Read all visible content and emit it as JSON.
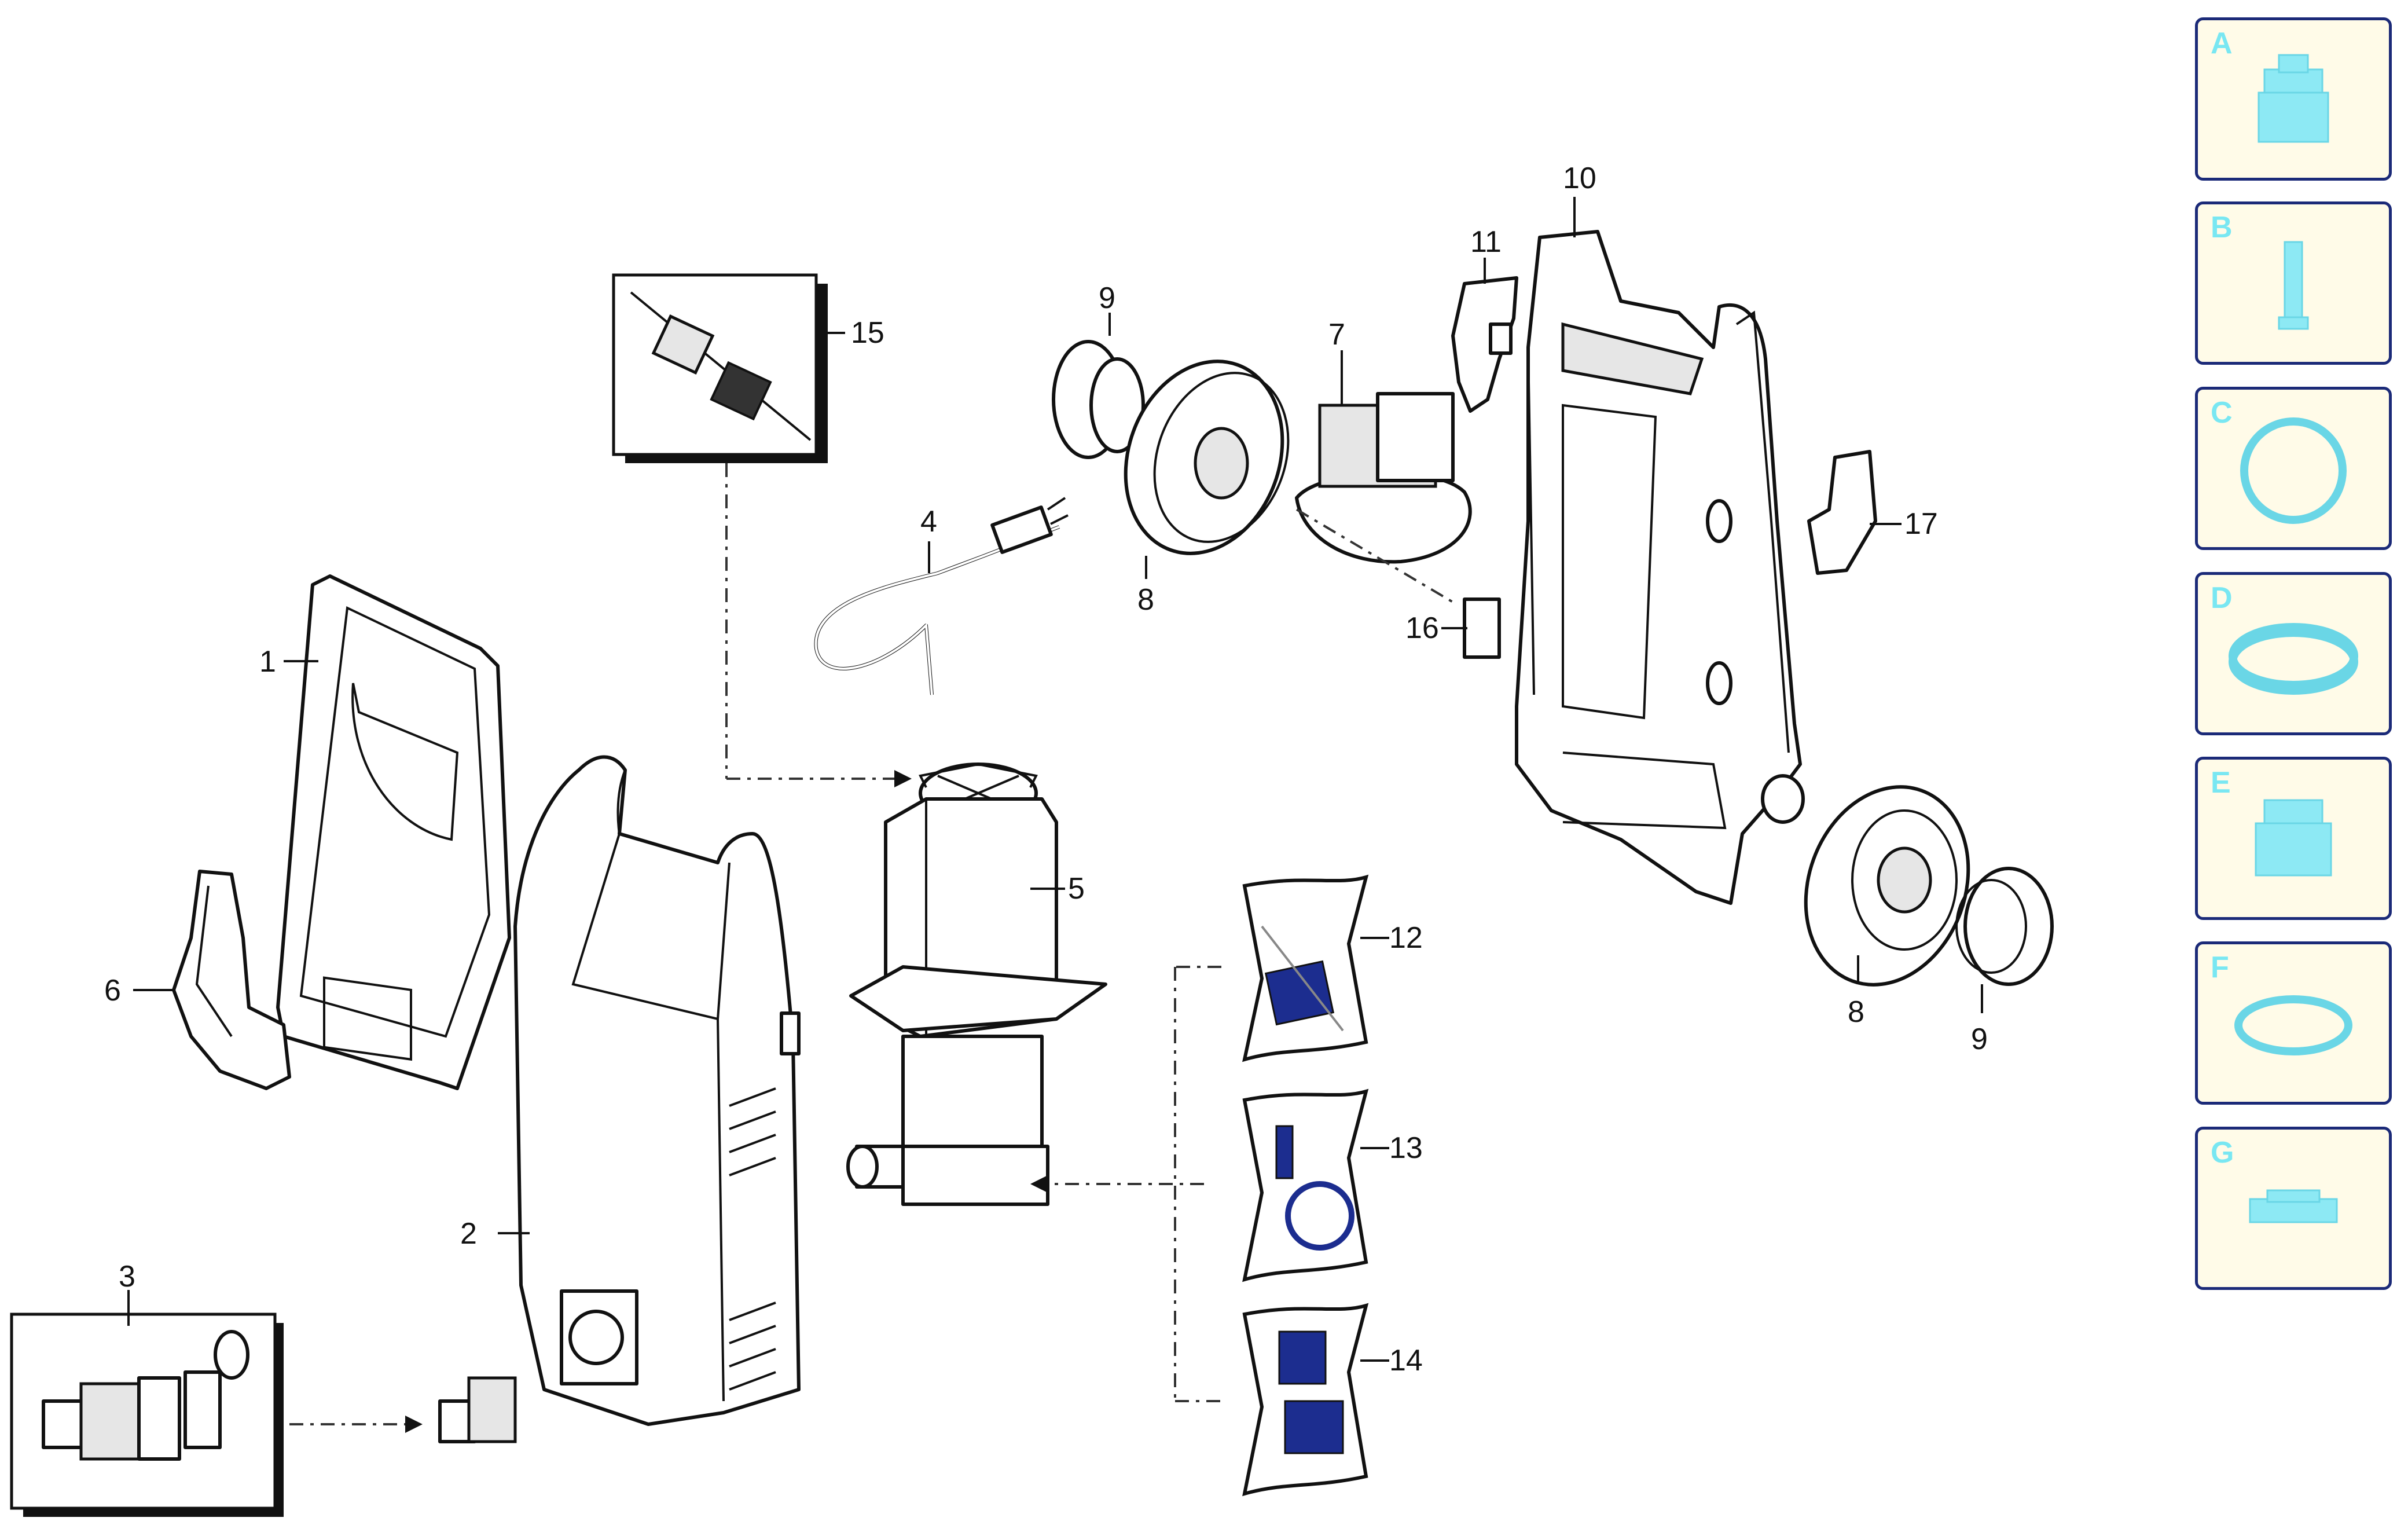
{
  "callouts": {
    "c1": "1",
    "c2": "2",
    "c3": "3",
    "c4": "4",
    "c5": "5",
    "c6": "6",
    "c7": "7",
    "c8a": "8",
    "c8b": "8",
    "c9a": "9",
    "c9b": "9",
    "c10": "10",
    "c11": "11",
    "c12": "12",
    "c13": "13",
    "c14": "14",
    "c15": "15",
    "c16": "16",
    "c17": "17"
  },
  "sidebar": {
    "tiles": [
      {
        "letter": "A",
        "icon": "pump-head-icon"
      },
      {
        "letter": "B",
        "icon": "piston-icon"
      },
      {
        "letter": "C",
        "icon": "seal-ring-icon"
      },
      {
        "letter": "D",
        "icon": "gasket-icon"
      },
      {
        "letter": "E",
        "icon": "valve-icon"
      },
      {
        "letter": "F",
        "icon": "o-ring-icon"
      },
      {
        "letter": "G",
        "icon": "flat-seal-icon"
      }
    ]
  },
  "colors": {
    "tile_border": "#1b2a78",
    "tile_bg": "#fffbe8",
    "tile_icon": "#8de9f4",
    "kit_blue": "#1c2d8f"
  }
}
